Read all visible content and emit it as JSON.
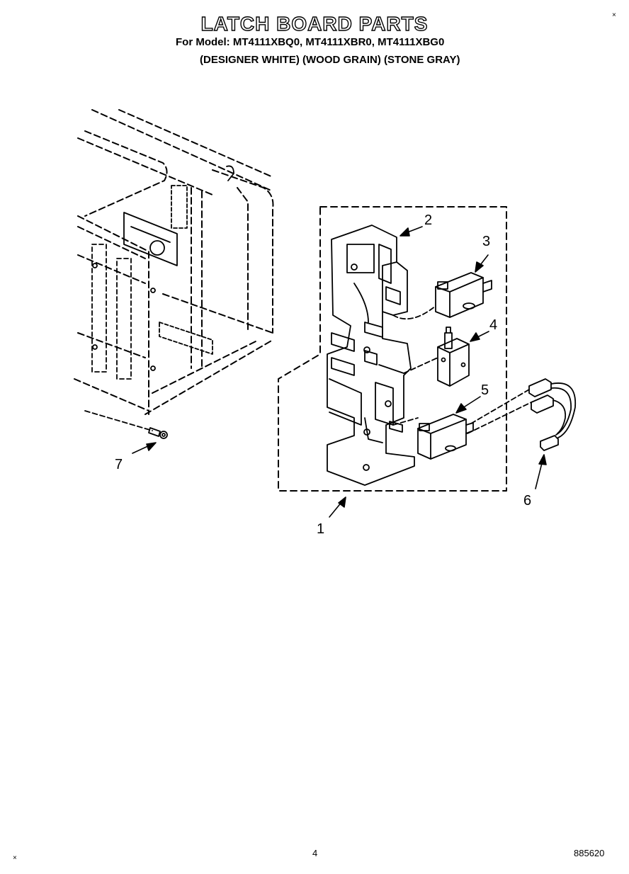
{
  "header": {
    "title": "LATCH BOARD PARTS",
    "model_line": "For Model: MT4111XBQ0, MT4111XBR0, MT4111XBG0",
    "color_line": "(DESIGNER WHITE) (WOOD GRAIN) (STONE GRAY)"
  },
  "callouts": {
    "c1": "1",
    "c2": "2",
    "c3": "3",
    "c4": "4",
    "c5": "5",
    "c6": "6",
    "c7": "7"
  },
  "footer": {
    "page_number": "4",
    "doc_number": "885620"
  },
  "marks": {
    "corner": "×"
  }
}
